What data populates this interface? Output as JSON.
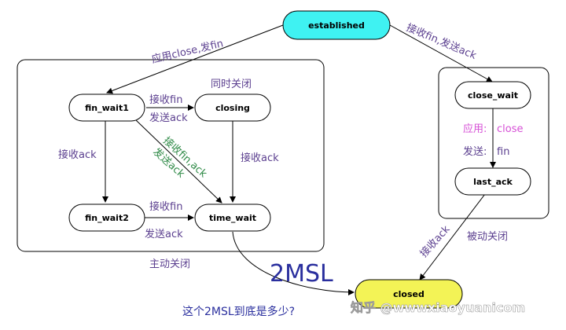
{
  "nodes": {
    "established": "established",
    "fin_wait1": "fin_wait1",
    "closing": "closing",
    "fin_wait2": "fin_wait2",
    "time_wait": "time_wait",
    "close_wait": "close_wait",
    "last_ack": "last_ack",
    "closed": "closed"
  },
  "labels": {
    "app_close_send_fin": "应用close,发fin",
    "recv_fin_send_ack_top": "接收fin,发送ack",
    "simultaneous_close": "同时关闭",
    "recv_fin_1": "接收fin",
    "send_ack_1": "发送ack",
    "recv_fin_ack_line1": "接收fin,ack",
    "recv_fin_ack_line2": "发送ack",
    "recv_ack_left": "接收ack",
    "recv_ack_closing": "接收ack",
    "recv_fin_2": "接收fin",
    "send_ack_2": "发送ack",
    "app_prefix": "应用:",
    "app_close": "close",
    "send_prefix": "发送:",
    "send_fin": "fin",
    "recv_ack_diag": "接收ack",
    "passive_close": "被动关闭",
    "active_close": "主动关闭",
    "two_msl": "2MSL",
    "question": "这个2MSL到底是多少?",
    "watermark": "知乎 @wwwxiaoyuanicom"
  },
  "colors": {
    "established_fill": "#3ff2f2",
    "closed_fill": "#f3f356",
    "purple_text": "#5b3f8f",
    "green_text": "#2f8a47",
    "magenta_text": "#d64fd6",
    "blue_text": "#2a2f9e"
  }
}
